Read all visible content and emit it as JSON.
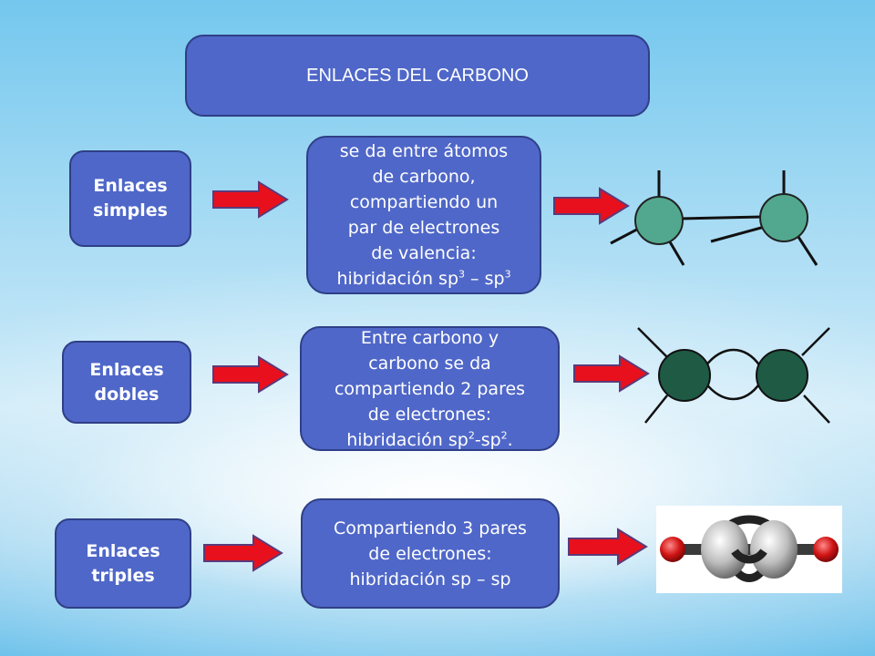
{
  "title": "ENLACES DEL CARBONO",
  "rows": [
    {
      "label": [
        "Enlaces",
        "simples"
      ],
      "description_lines": [
        "se da entre átomos",
        "de carbono,",
        "compartiendo un",
        "par de electrones",
        "de valencia:"
      ],
      "hybridization": {
        "prefix": "hibridación sp",
        "sup1": "3",
        "middle": " – sp",
        "sup2": "3",
        "suffix": ""
      },
      "image": "single-bond-carbon-model"
    },
    {
      "label": [
        "Enlaces",
        "dobles"
      ],
      "description_lines": [
        "Entre carbono y",
        "carbono se da",
        "compartiendo 2 pares",
        "de electrones:"
      ],
      "hybridization": {
        "prefix": "hibridación sp",
        "sup1": "2",
        "middle": "-sp",
        "sup2": "2",
        "suffix": "."
      },
      "image": "double-bond-carbon-model"
    },
    {
      "label": [
        "Enlaces",
        "triples"
      ],
      "description_lines": [
        "Compartiendo 3 pares",
        "de electrones:",
        "hibridación sp – sp"
      ],
      "image": "triple-bond-molecule-model"
    }
  ],
  "colors": {
    "box_fill": "#4f67c8",
    "box_border": "#2f3f86",
    "arrow": "#e8101c",
    "single_bond_atom": "#52a88e",
    "double_bond_atom": "#1f5a45",
    "triple_bond_end_atom": "#d11414"
  }
}
